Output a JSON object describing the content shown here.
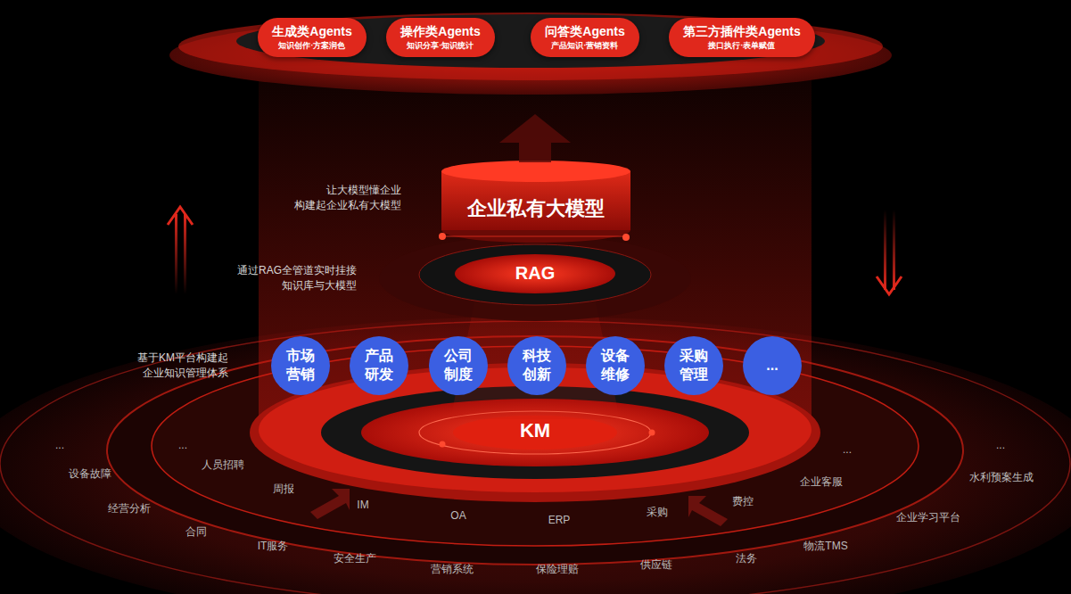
{
  "diagram": {
    "nodes": [
      {
        "text": [
          "生成类Agents",
          "知识创作·方案润色"
        ]
      },
      {
        "text": [
          "操作类Agents",
          "知识分享·知识统计"
        ]
      },
      {
        "text": [
          "问答类Agents",
          "产品知识·营销资料"
        ]
      },
      {
        "text": [
          "第三方插件类Agents",
          "接口执行·表单赋值"
        ]
      },
      {
        "text": [
          "企业私有大模型"
        ]
      },
      {
        "text": [
          "RAG"
        ]
      },
      {
        "text": [
          "市场 营销"
        ]
      },
      {
        "text": [
          "产品 研发"
        ]
      },
      {
        "text": [
          "公司 制度"
        ]
      },
      {
        "text": [
          "科技 创新"
        ]
      },
      {
        "text": [
          "设备 维修"
        ]
      },
      {
        "text": [
          "采购 管理"
        ]
      },
      {
        "text": [
          "..."
        ]
      },
      {
        "text": [
          "KM"
        ]
      }
    ],
    "labels": [
      "让大模型懂企业 构建起企业私有大模型",
      "通过RAG全管道实时挂接 知识库与大模型",
      "基于KM平台构建起 企业知识管理体系",
      "...",
      "设备故障",
      "经营分析",
      "合同",
      "IT服务",
      "安全生产",
      "营销系统",
      "保险理赔",
      "供应链",
      "法务",
      "物流TMS",
      "企业学习平台",
      "水利预案生成",
      "...",
      "...",
      "人员招聘",
      "周报",
      "IM",
      "OA",
      "ERP",
      "采购",
      "费控",
      "企业客服",
      "..."
    ]
  }
}
